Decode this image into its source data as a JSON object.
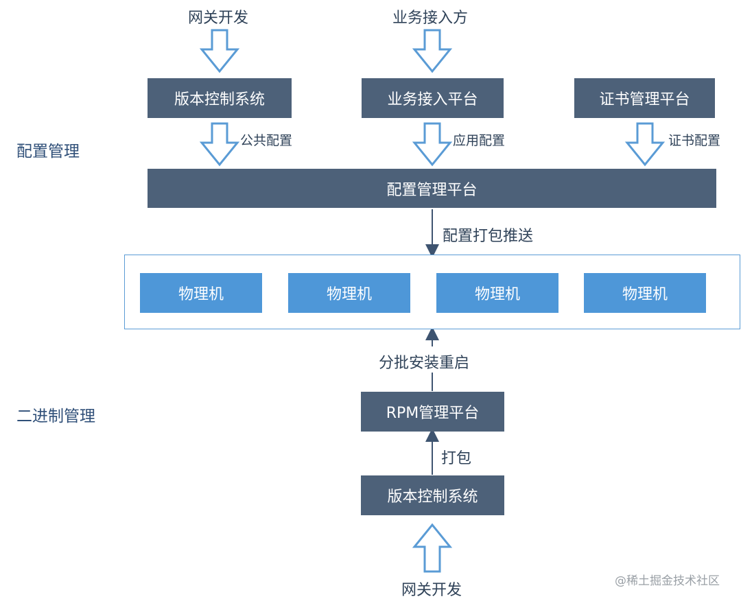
{
  "top": {
    "gateway_dev": "网关开发",
    "business_access": "业务接入方"
  },
  "sources": {
    "version_control": "版本控制系统",
    "business_platform": "业务接入平台",
    "cert_platform": "证书管理平台"
  },
  "flows": {
    "public_config": "公共配置",
    "app_config": "应用配置",
    "cert_config": "证书配置"
  },
  "sections": {
    "config_mgmt": "配置管理",
    "binary_mgmt": "二进制管理"
  },
  "config_platform": "配置管理平台",
  "push_label": "配置打包推送",
  "machines": [
    "物理机",
    "物理机",
    "物理机",
    "物理机"
  ],
  "batch_label": "分批安装重启",
  "rpm_platform": "RPM管理平台",
  "pack_label": "打包",
  "bottom": {
    "version_control": "版本控制系统",
    "gateway_dev": "网关开发"
  },
  "watermark": "@稀土掘金技术社区",
  "colors": {
    "dark_box": "#4d6179",
    "machine_box": "#4e97d8",
    "frame_border": "#5a9bd5",
    "arrow_outline": "#5a9bd5",
    "line": "#3e5470"
  }
}
